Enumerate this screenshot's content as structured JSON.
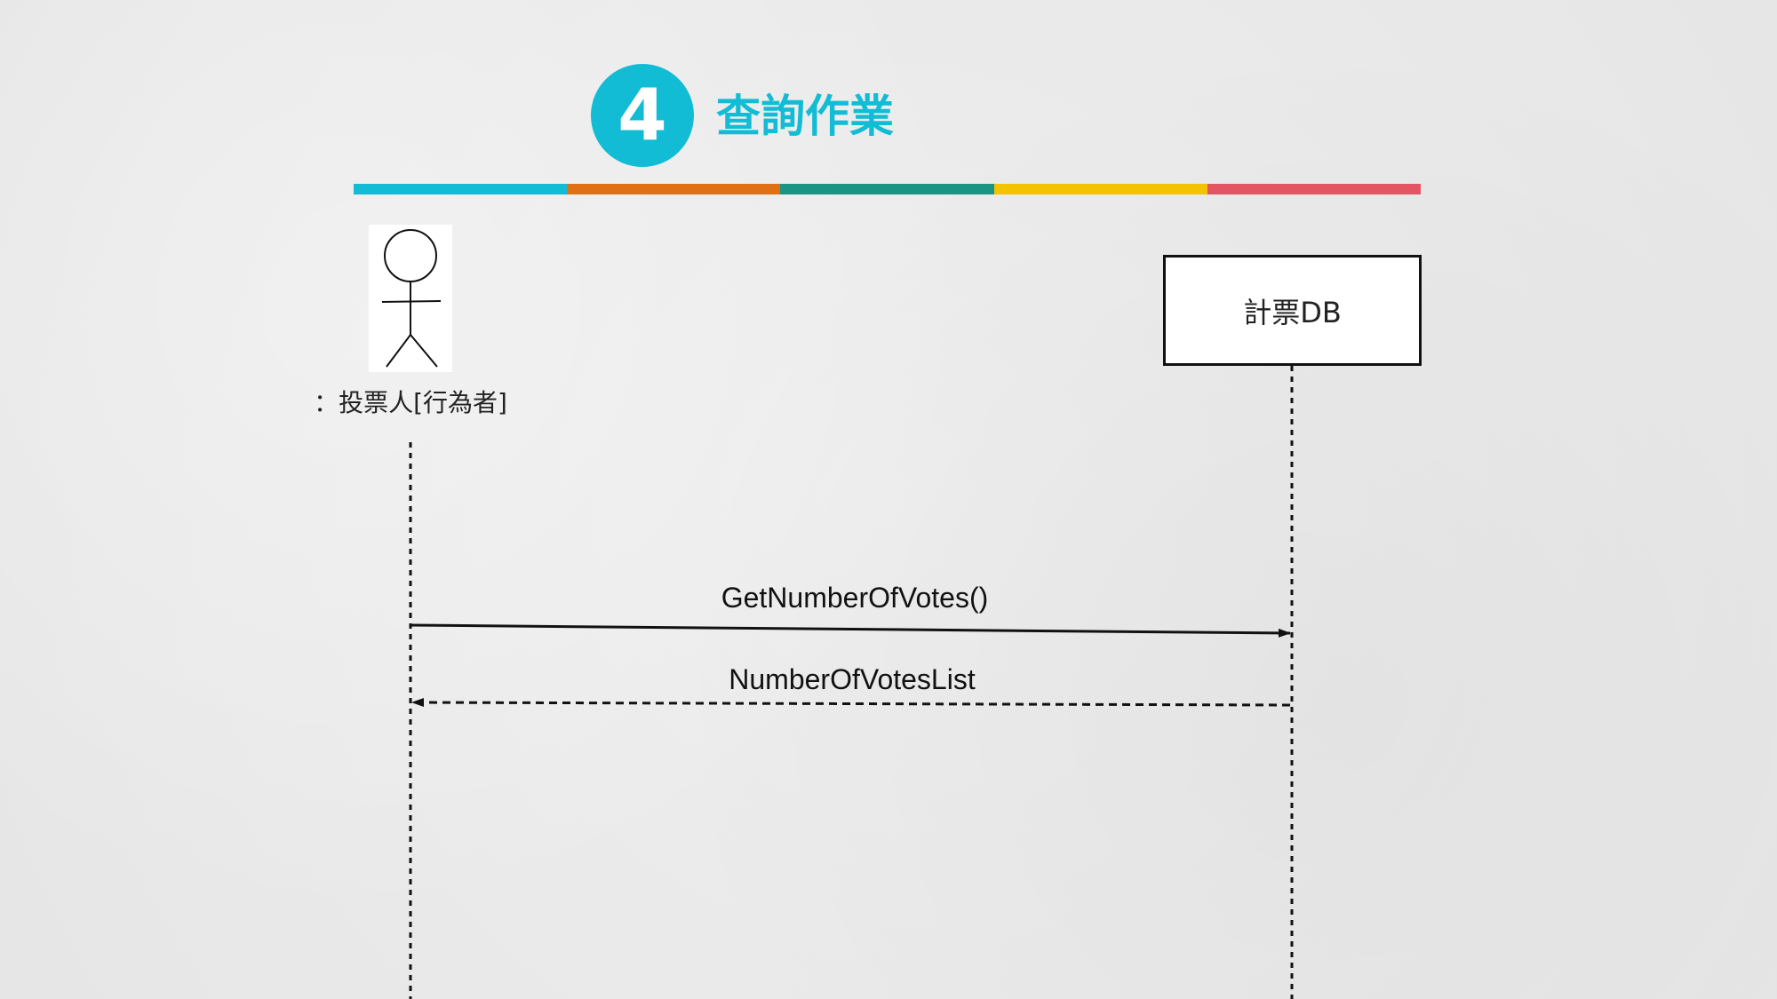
{
  "slide": {
    "section_number": "4",
    "title": "查詢作業",
    "accent_colors": [
      "#12bcd4",
      "#e07016",
      "#1a9483",
      "#f3c200",
      "#e45563"
    ]
  },
  "sequence": {
    "actor": {
      "label": "：投票人[行為者]",
      "icon": "stick-figure-icon"
    },
    "object": {
      "label": "計票DB"
    },
    "messages": [
      {
        "label": "GetNumberOfVotes()",
        "kind": "call",
        "direction": "actor-to-object"
      },
      {
        "label": "NumberOfVotesList",
        "kind": "return",
        "direction": "object-to-actor"
      }
    ]
  }
}
